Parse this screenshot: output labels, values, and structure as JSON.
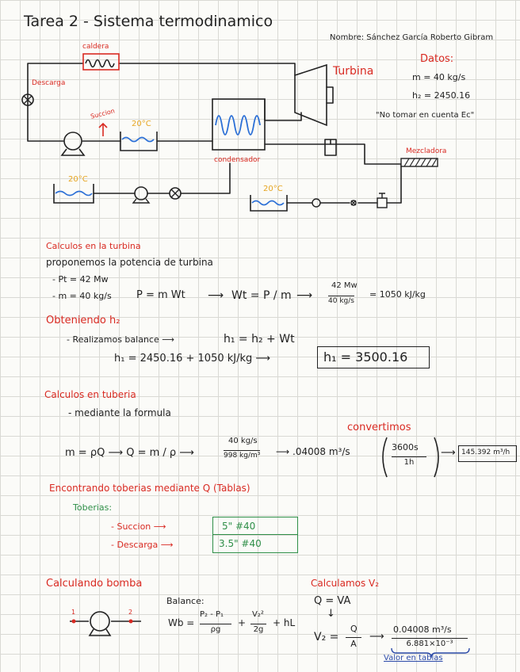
{
  "header": {
    "title": "Tarea 2 - Sistema termodinamico",
    "author": "Nombre: Sánchez García Roberto Gibram"
  },
  "diagram": {
    "caldera": "caldera",
    "descarga": "Descarga",
    "succion": "Succion",
    "temp_tank_center": "20°C",
    "temp_tank_left": "20°C",
    "temp_tank_right": "20°C",
    "turbina": "Turbina",
    "condensador": "condensador",
    "mezcladora": "Mezcladora"
  },
  "datos": {
    "heading": "Datos:",
    "mass_flow": "m = 40 kg/s",
    "h2": "h₂ = 2450.16",
    "note": "\"No tomar en cuenta Ec\""
  },
  "turbina_section": {
    "heading": "Calculos en la turbina",
    "intro": "proponemos la potencia de turbina",
    "pt": "- Pt = 42 Mw",
    "mdot": "- m = 40 kg/s",
    "formula": "P = m Wt",
    "arrow1": "⟶",
    "wt_eq": "Wt = P / m",
    "arrow2": "⟶",
    "frac_num": "42 Mw",
    "frac_den": "40 kg/s",
    "result": "= 1050 kJ/kg"
  },
  "h2_section": {
    "heading": "Obteniendo h₂",
    "balance": "- Realizamos balance ⟶",
    "balance_eq": "h₁ = h₂ + Wt",
    "calc": "h₁ = 2450.16 + 1050 kJ/kg ⟶",
    "result": "h₁ = 3500.16"
  },
  "tuberia_section": {
    "heading": "Calculos en tuberia",
    "via": "- mediante la formula",
    "convertimos": "convertimos",
    "eq1": "m = ρQ ⟶ Q = m / ρ ⟶",
    "frac_num": "40 kg/s",
    "frac_den": "998 kg/m³",
    "q_val": "⟶ .04008 m³/s",
    "conv_num": "3600s",
    "conv_den": "1h",
    "result": "145.392 m³/h"
  },
  "tablas_section": {
    "heading": "Encontrando toberias mediante Q (Tablas)",
    "subheading": "Toberias:",
    "succion_label": "- Succion ⟶",
    "descarga_label": "- Descarga ⟶",
    "succion_val": "5\"  #40",
    "descarga_val": "3.5\"  #40"
  },
  "bomba_section": {
    "heading": "Calculando bomba",
    "balance": "Balance:",
    "wb": "Wb =",
    "frac1_num": "P₂ - P₁",
    "frac1_den": "ρg",
    "plus1": "+",
    "frac2_num": "V₂²",
    "frac2_den": "2g",
    "plus2": "+ hL",
    "pt1": "1",
    "pt2": "2"
  },
  "v2_section": {
    "heading": "Calculamos V₂",
    "q_eq": "Q = VA",
    "down_arrow": "↓",
    "v2_eq": "V₂ =",
    "q_over_a_num": "Q",
    "q_over_a_den": "A",
    "arrow": "⟶",
    "num": "0.04008 m³/s",
    "den": "6.881×10⁻³",
    "note": "Valor en tablas"
  }
}
